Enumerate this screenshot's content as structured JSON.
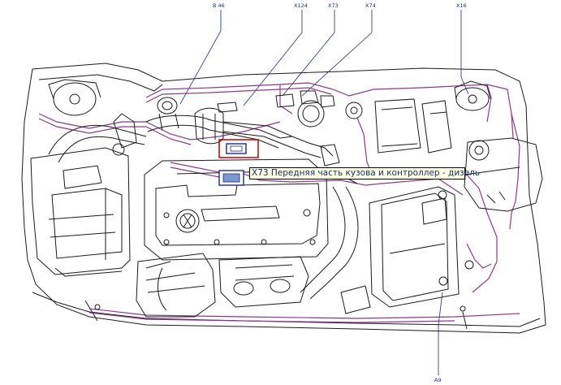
{
  "callouts": {
    "top_1": "В 46",
    "top_2": "X124",
    "top_3": "X73",
    "top_4": "X74",
    "top_5": "X16",
    "bottom_1": "A9"
  },
  "tooltip": {
    "text": "X73 Передняя часть кузова и контроллер - дизель"
  },
  "colors": {
    "line": "#1a1a1a",
    "harness": "#8a3a8a",
    "callout": "#1a2a8a",
    "highlight": "#cc0000",
    "connector": "#1a2a8a"
  }
}
